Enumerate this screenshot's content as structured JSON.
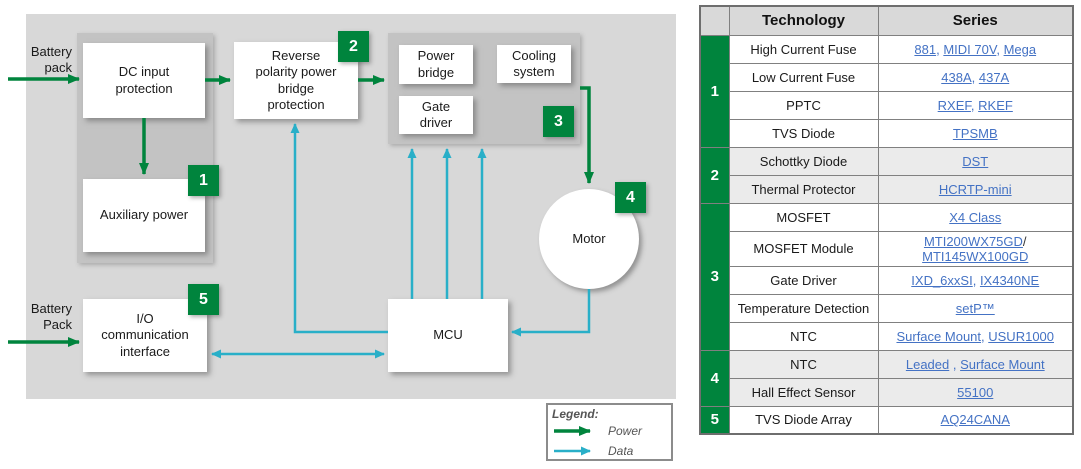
{
  "colors": {
    "green": "#00843d",
    "cyan": "#29afc8",
    "link": "#4472c4",
    "panelGray": "#d8d8d8",
    "subGray": "#c3c3c3",
    "shaded": "#ebebeb"
  },
  "diagram": {
    "battery_top": "Battery\npack",
    "battery_bottom": "Battery\nPack",
    "blocks": {
      "dc_input": "DC input\nprotection",
      "aux_power": "Auxiliary power",
      "reverse": "Reverse\npolarity power\nbridge\nprotection",
      "power_bridge": "Power\nbridge",
      "cooling": "Cooling\nsystem",
      "gate_driver": "Gate\ndriver",
      "motor": "Motor",
      "mcu": "MCU",
      "io": "I/O\ncommunication\ninterface"
    },
    "badges": {
      "b1": "1",
      "b2": "2",
      "b3": "3",
      "b4": "4",
      "b5": "5"
    },
    "legend": {
      "title": "Legend:",
      "power": "Power",
      "data": "Data"
    }
  },
  "table": {
    "header": {
      "technology": "Technology",
      "series": "Series"
    },
    "groups": [
      {
        "number": "1",
        "shaded": false,
        "rows": [
          {
            "tech": "High Current Fuse",
            "series": [
              {
                "t": "881",
                "link": true
              },
              {
                "t": ", "
              },
              {
                "t": "MIDI 70V",
                "link": true
              },
              {
                "t": ", "
              },
              {
                "t": "Mega",
                "link": true
              }
            ]
          },
          {
            "tech": "Low Current Fuse",
            "series": [
              {
                "t": "438A",
                "link": true
              },
              {
                "t": ", "
              },
              {
                "t": "437A",
                "link": true
              }
            ]
          },
          {
            "tech": "PPTC",
            "series": [
              {
                "t": "RXEF",
                "link": true
              },
              {
                "t": ", "
              },
              {
                "t": "RKEF",
                "link": true
              }
            ]
          },
          {
            "tech": "TVS Diode",
            "series": [
              {
                "t": "TPSMB",
                "link": true
              }
            ]
          }
        ]
      },
      {
        "number": "2",
        "shaded": true,
        "rows": [
          {
            "tech": "Schottky Diode",
            "series": [
              {
                "t": "DST",
                "link": true
              }
            ]
          },
          {
            "tech": "Thermal Protector",
            "series": [
              {
                "t": "HCRTP-mini",
                "link": true
              }
            ]
          }
        ]
      },
      {
        "number": "3",
        "shaded": false,
        "rows": [
          {
            "tech": "MOSFET",
            "series": [
              {
                "t": "X4 Class",
                "link": true
              }
            ]
          },
          {
            "tech": "MOSFET Module",
            "series": [
              {
                "t": "MTI200WX75GD",
                "link": true
              },
              {
                "t": "/",
                "dark": true
              },
              {
                "br": true
              },
              {
                "t": "MTI145WX100GD",
                "link": true
              }
            ]
          },
          {
            "tech": "Gate Driver",
            "series": [
              {
                "t": "IXD_6xxSI",
                "link": true
              },
              {
                "t": ", "
              },
              {
                "t": "IX4340NE",
                "link": true
              }
            ]
          },
          {
            "tech": "Temperature Detection",
            "series": [
              {
                "t": "setP™",
                "link": true
              }
            ]
          },
          {
            "tech": "NTC",
            "series": [
              {
                "t": "Surface Mount",
                "link": true
              },
              {
                "t": ", "
              },
              {
                "t": "USUR1000",
                "link": true
              }
            ]
          }
        ]
      },
      {
        "number": "4",
        "shaded": true,
        "rows": [
          {
            "tech": "NTC",
            "series": [
              {
                "t": "Leaded",
                "link": true
              },
              {
                "t": " , "
              },
              {
                "t": "Surface Mount",
                "link": true
              }
            ]
          },
          {
            "tech": "Hall Effect Sensor",
            "series": [
              {
                "t": "55100",
                "link": true
              }
            ]
          }
        ]
      },
      {
        "number": "5",
        "shaded": false,
        "rows": [
          {
            "tech": "TVS Diode Array",
            "series": [
              {
                "t": "AQ24CANA",
                "link": true
              }
            ]
          }
        ]
      }
    ]
  }
}
